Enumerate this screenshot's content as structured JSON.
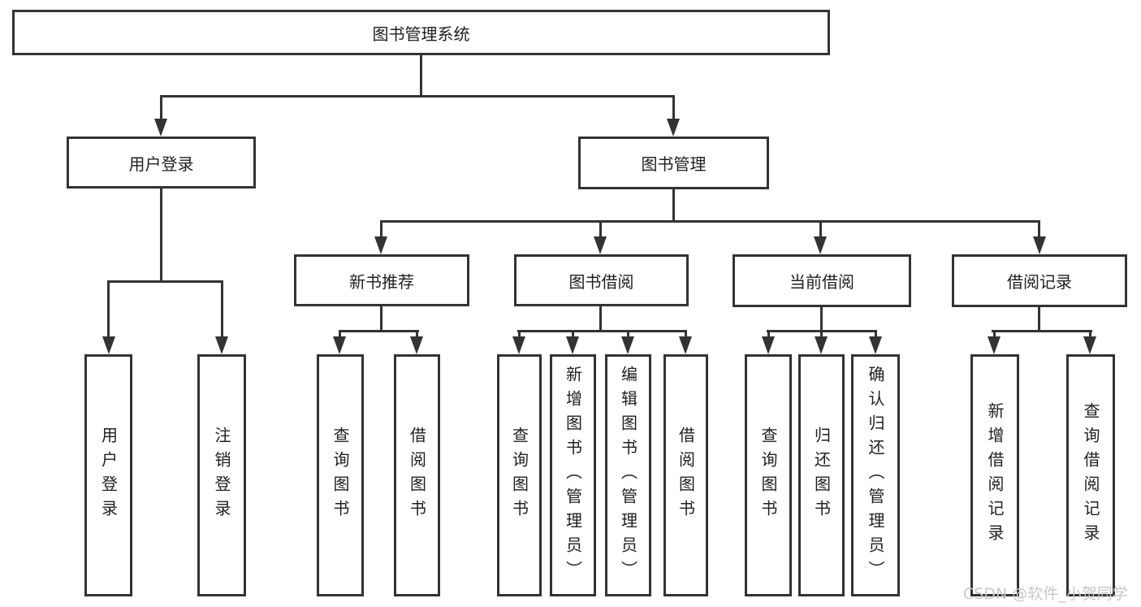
{
  "diagram_title": "图书管理系统",
  "tree": {
    "root": {
      "label": "图书管理系统"
    },
    "branches": [
      {
        "label": "用户登录",
        "children": [
          {
            "label": "用户登录"
          },
          {
            "label": "注销登录"
          }
        ]
      },
      {
        "label": "图书管理",
        "children": [
          {
            "label": "新书推荐",
            "children": [
              {
                "label": "查询图书"
              },
              {
                "label": "借阅图书"
              }
            ]
          },
          {
            "label": "图书借阅",
            "children": [
              {
                "label": "查询图书"
              },
              {
                "label": "新增图书（管理员）"
              },
              {
                "label": "编辑图书（管理员）"
              },
              {
                "label": "借阅图书"
              }
            ]
          },
          {
            "label": "当前借阅",
            "children": [
              {
                "label": "查询图书"
              },
              {
                "label": "归还图书"
              },
              {
                "label": "确认归还（管理员）"
              }
            ]
          },
          {
            "label": "借阅记录",
            "children": [
              {
                "label": "新增借阅记录"
              },
              {
                "label": "查询借阅记录"
              }
            ]
          }
        ]
      }
    ]
  },
  "watermark": "CSDN @软件_小贺同学",
  "colors": {
    "line": "#333333",
    "text": "#1f1f1f",
    "watermark": "#c7c7c7",
    "background": "#ffffff"
  }
}
